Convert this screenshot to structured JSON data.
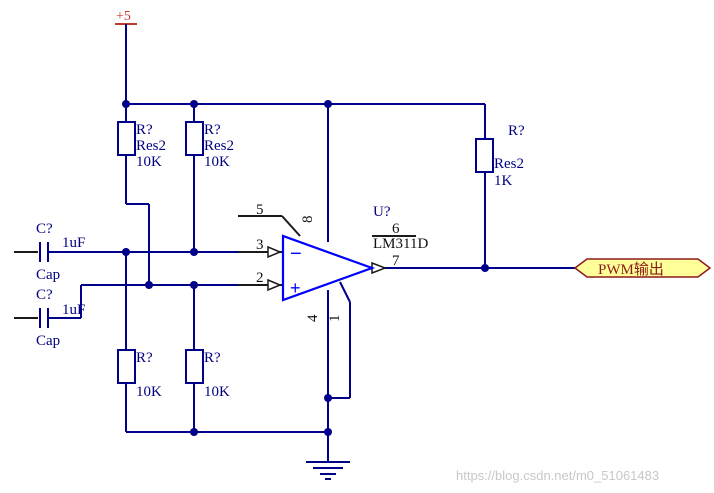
{
  "power": {
    "label": "+5"
  },
  "components": {
    "r_top_left": {
      "ref": "R?",
      "type": "Res2",
      "value": "10K"
    },
    "r_top_mid": {
      "ref": "R?",
      "type": "Res2",
      "value": "10K"
    },
    "r_bot_left": {
      "ref": "R?",
      "value": "10K"
    },
    "r_bot_mid": {
      "ref": "R?",
      "value": "10K"
    },
    "r_pullup": {
      "ref": "R?",
      "type": "Res2",
      "value": "1K"
    },
    "c_top": {
      "ref": "C?",
      "value": "1uF",
      "type": "Cap"
    },
    "c_bot": {
      "ref": "C?",
      "value": "1uF",
      "type": "Cap"
    },
    "comparator": {
      "ref": "U?",
      "part": "LM311D",
      "minus": "−",
      "plus": "+"
    }
  },
  "pins": {
    "p2": "2",
    "p3": "3",
    "p4": "4",
    "p5": "5",
    "p6": "6",
    "p7": "7",
    "p8": "8",
    "p1": "1"
  },
  "net_label": {
    "text": "PWM输出",
    "fill": "#ffff99",
    "stroke": "#8b1a1a"
  },
  "colors": {
    "wire": "#00008b",
    "opamp": "#0000ff",
    "power": "#c0392b"
  },
  "watermark": "https://blog.csdn.net/m0_51061483"
}
